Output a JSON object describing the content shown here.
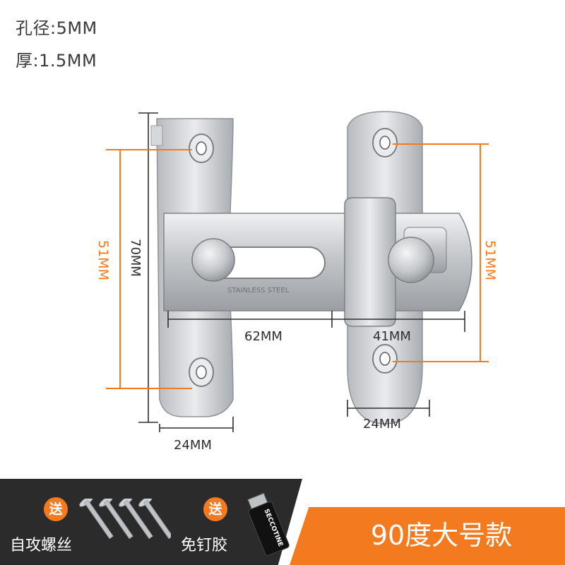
{
  "specs": {
    "hole_diameter": "孔径:5MM",
    "thickness": "厚:1.5MM"
  },
  "dimensions": {
    "left_height_holes": "51MM",
    "total_height": "70MM",
    "right_height_holes": "51MM",
    "bar_length": "62MM",
    "latch_length": "41MM",
    "left_plate_width": "24MM",
    "right_plate_width": "24MM"
  },
  "product": {
    "engraving": "STAINLESS STEEL",
    "model": "90度大号款"
  },
  "gifts": [
    {
      "badge": "送",
      "label": "自攻螺丝",
      "icon": "screws-icon"
    },
    {
      "badge": "送",
      "label": "免钉胶",
      "icon": "glue-tube-icon",
      "tube_text": "SECCOTINE"
    }
  ],
  "colors": {
    "accent": "#f47a1f",
    "banner_dark": "#2b2b2b",
    "dimension_line": "#2e2e2e",
    "steel": "#c9cbce"
  }
}
